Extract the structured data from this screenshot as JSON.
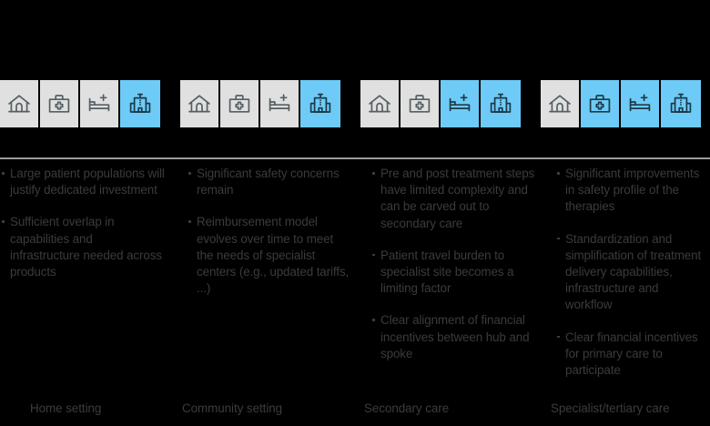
{
  "theme": {
    "background": "#000000",
    "icon_inactive_bg": "#e0e0e0",
    "icon_active_bg": "#6ecbf7",
    "icon_inactive_stroke": "#555f63",
    "icon_active_stroke": "#1b3a49",
    "divider_color": "#9b9b9b",
    "text_color": "#3b3b3b"
  },
  "columns": [
    {
      "id": "home-setting",
      "footer_label": "Home setting",
      "icons": [
        {
          "name": "house-icon",
          "label": "Home",
          "active": false
        },
        {
          "name": "medical-bag-icon",
          "label": "Community",
          "active": false
        },
        {
          "name": "hospital-bed-icon",
          "label": "Secondary care",
          "active": false
        },
        {
          "name": "hospital-building-icon",
          "label": "Specialist/tertiary care",
          "active": true
        }
      ],
      "bullets": [
        "Large patient populations will justify dedicated investment",
        "Sufficient overlap in capabilities and infrastructure needed across products"
      ]
    },
    {
      "id": "community-setting",
      "footer_label": "Community setting",
      "icons": [
        {
          "name": "house-icon",
          "label": "Home",
          "active": false
        },
        {
          "name": "medical-bag-icon",
          "label": "Community",
          "active": false
        },
        {
          "name": "hospital-bed-icon",
          "label": "Secondary care",
          "active": false
        },
        {
          "name": "hospital-building-icon",
          "label": "Specialist/tertiary care",
          "active": true
        }
      ],
      "bullets": [
        "Significant safety concerns remain",
        "Reimbursement model evolves over time to meet the needs of specialist centers (e.g., updated tariffs, ...)"
      ]
    },
    {
      "id": "secondary-care",
      "footer_label": "Secondary care",
      "icons": [
        {
          "name": "house-icon",
          "label": "Home",
          "active": false
        },
        {
          "name": "medical-bag-icon",
          "label": "Community",
          "active": false
        },
        {
          "name": "hospital-bed-icon",
          "label": "Secondary care",
          "active": true
        },
        {
          "name": "hospital-building-icon",
          "label": "Specialist/tertiary care",
          "active": true
        }
      ],
      "bullets": [
        "Pre and post treatment steps have limited complexity and can be carved out to secondary care",
        "Patient travel burden to specialist site becomes a limiting factor",
        "Clear alignment of financial  incentives between hub and spoke"
      ]
    },
    {
      "id": "specialist-tertiary-care",
      "footer_label": "Specialist/tertiary care",
      "icons": [
        {
          "name": "house-icon",
          "label": "Home",
          "active": false
        },
        {
          "name": "medical-bag-icon",
          "label": "Community",
          "active": true
        },
        {
          "name": "hospital-bed-icon",
          "label": "Secondary care",
          "active": true
        },
        {
          "name": "hospital-building-icon",
          "label": "Specialist/tertiary care",
          "active": true
        }
      ],
      "bullets": [
        "Significant improvements in safety profile of the therapies",
        "Standardization and simplification of treatment delivery capabilities, infrastructure and workflow",
        "Clear financial incentives for primary care  to participate"
      ]
    }
  ]
}
